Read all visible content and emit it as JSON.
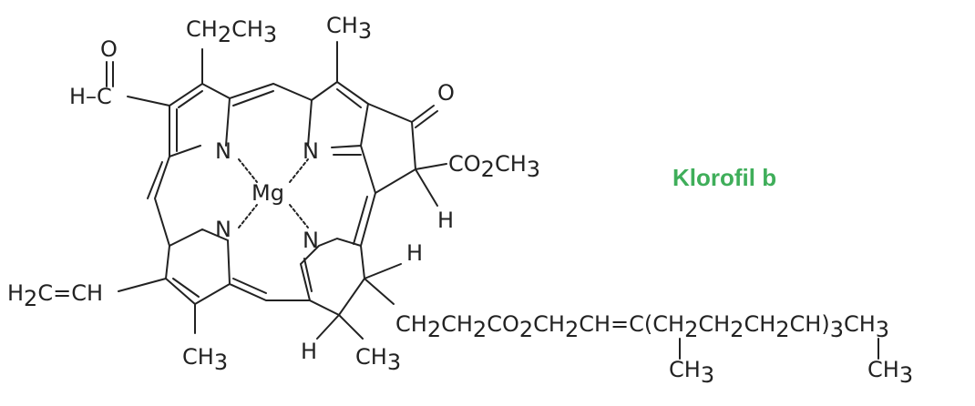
{
  "title": "Klorofil b",
  "colors": {
    "title": "#3fae5a",
    "ink": "#222222",
    "background": "#ffffff"
  },
  "atoms": {
    "ethyl": [
      "CH",
      "2",
      "CH",
      "3"
    ],
    "methyl_top": [
      "CH",
      "3"
    ],
    "aldehyde_o": "O",
    "aldehyde_h": "H–C",
    "ketone_o": "O",
    "ester": [
      "CO",
      "2",
      "CH",
      "3"
    ],
    "n_tl": "N",
    "n_tr": "N",
    "n_bl": "N",
    "n_br": "N",
    "mg": "Mg",
    "h_ring": "H",
    "h_d": "H",
    "vinyl": [
      "H",
      "2",
      "C=CH"
    ],
    "methyl_bl": [
      "CH",
      "3"
    ],
    "h_bottom": "H",
    "methyl_bm": [
      "CH",
      "3"
    ],
    "chain": [
      "CH",
      "2",
      "CH",
      "2",
      "CO",
      "2",
      "CH",
      "2",
      "CH=C(CH",
      "2",
      "CH",
      "2",
      "CH",
      "2",
      "CH)",
      "3",
      "CH",
      "3"
    ],
    "methyl_c1": [
      "CH",
      "3"
    ],
    "methyl_c2": [
      "CH",
      "3"
    ]
  }
}
